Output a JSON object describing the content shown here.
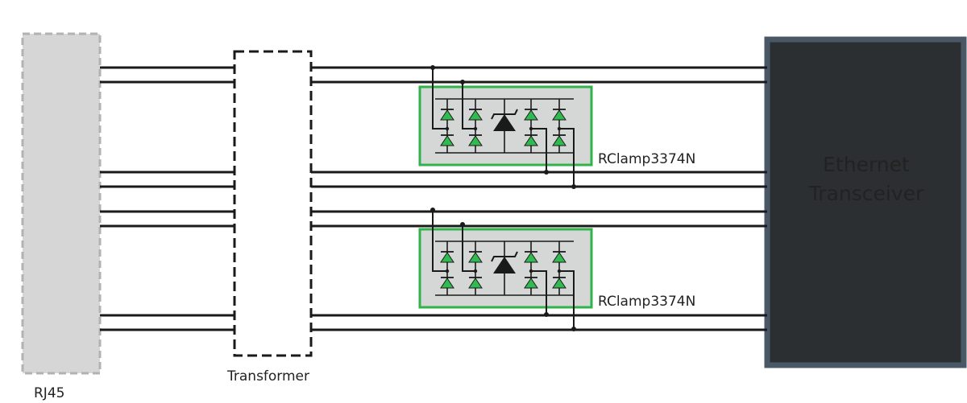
{
  "diagram": {
    "connector_label": "RJ45",
    "transformer_label": "Transformer",
    "transceiver_label_line1": "Ethernet",
    "transceiver_label_line2": "Transceiver",
    "protection_label": "RClamp3374N",
    "protection_count": 2,
    "pair_count": 4
  },
  "colors": {
    "connector_fill": "#d6d6d6",
    "connector_border": "#b2b2b2",
    "transceiver_fill": "#2b2f31",
    "transceiver_border": "#4a5866",
    "transceiver_text": "#ffffff",
    "package_fill": "#d4d7d6",
    "package_border": "#2fb34a",
    "diode_fill": "#2fbb4f",
    "tvs_fill": "#1a1a1a",
    "wire": "#1a1a1a"
  }
}
